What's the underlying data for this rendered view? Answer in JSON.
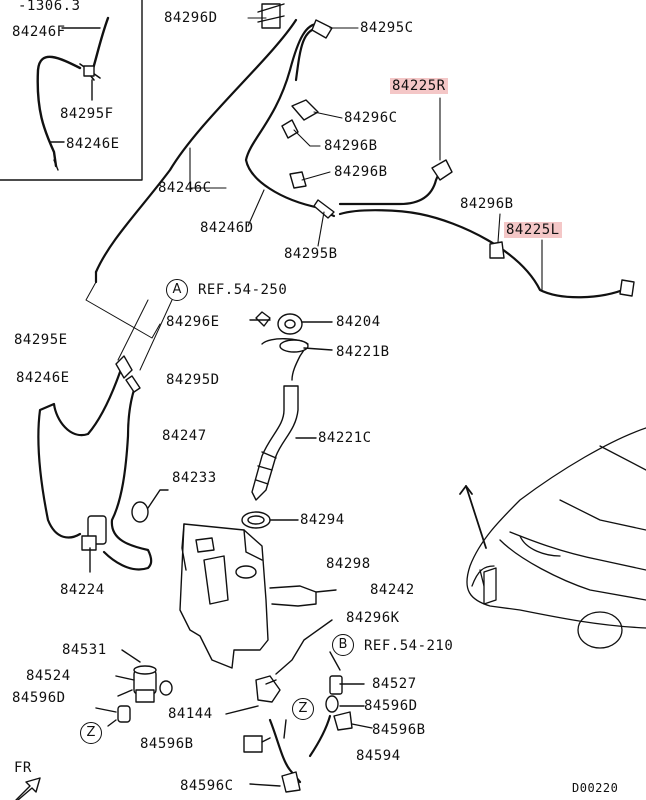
{
  "labels": {
    "inset_code": "-1306.3",
    "p84246F": "84246F",
    "p84295F": "84295F",
    "p84246E_inset": "84246E",
    "p84296D": "84296D",
    "p84295C": "84295C",
    "p84225R": "84225R",
    "p84296C": "84296C",
    "p84296B_1": "84296B",
    "p84296B_2": "84296B",
    "p84246C": "84246C",
    "p84246D": "84246D",
    "p84295B": "84295B",
    "p84296B_3": "84296B",
    "p84225L": "84225L",
    "refA": "REF.54-250",
    "p84296E": "84296E",
    "p84204": "84204",
    "p84295E": "84295E",
    "p84221B": "84221B",
    "p84246E": "84246E",
    "p84295D": "84295D",
    "p84247": "84247",
    "p84221C": "84221C",
    "p84233": "84233",
    "p84294": "84294",
    "p84298": "84298",
    "p84242": "84242",
    "p84224": "84224",
    "p84296K": "84296K",
    "refB": "REF.54-210",
    "p84531": "84531",
    "p84527": "84527",
    "p84524": "84524",
    "p84596D_left": "84596D",
    "p84596D_right": "84596D",
    "p84144": "84144",
    "p84596B_right": "84596B",
    "p84596B_left": "84596B",
    "p84594": "84594",
    "p84596C": "84596C",
    "fr": "FR",
    "diagram_code": "D00220"
  },
  "callouts": {
    "A_top": "A",
    "B_mid": "B",
    "Z_left": "Z",
    "Z_mid": "Z"
  },
  "colors": {
    "line": "#111111",
    "highlight": "#f4c7c7"
  }
}
